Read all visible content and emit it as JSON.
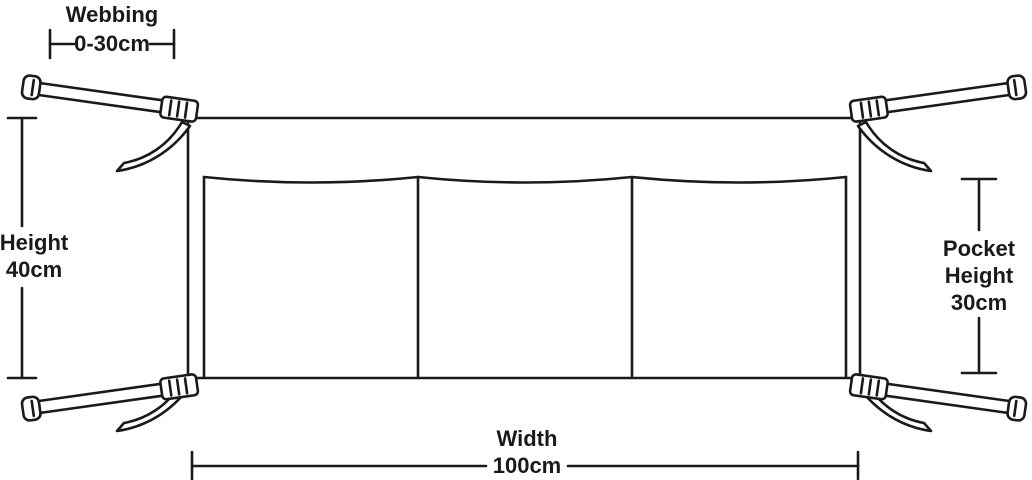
{
  "labels": {
    "webbing": {
      "title": "Webbing",
      "value": "0-30cm"
    },
    "height": {
      "title": "Height",
      "value": "40cm"
    },
    "pocket_height": {
      "word1": "Pocket",
      "word2": "Height",
      "value": "30cm"
    },
    "width": {
      "title": "Width",
      "value": "100cm"
    }
  },
  "measurements": {
    "webbing_cm": "0-30",
    "height_cm": 40,
    "pocket_height_cm": 30,
    "width_cm": 100,
    "pocket_count": 3
  },
  "colors": {
    "line": "#1a1a1a",
    "background": "#ffffff"
  }
}
